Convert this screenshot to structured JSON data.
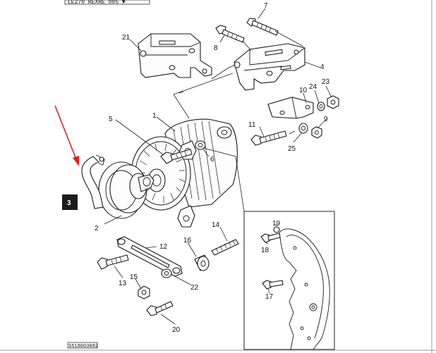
{
  "top_label": "LE270  REXRE 005 ▼",
  "badge": {
    "text": "3",
    "color": "#1c1c1c"
  },
  "arrow": {
    "color": "#e02020"
  },
  "footer_code": "S518003082",
  "callouts": {
    "c1": "1",
    "c2": "2",
    "c4": "4",
    "c5": "5",
    "c6": "6",
    "c7": "7",
    "c8": "8",
    "c9": "9",
    "c10": "10",
    "c11": "11",
    "c12": "12",
    "c13": "13",
    "c14": "14",
    "c15": "15",
    "c16": "16",
    "c17": "17",
    "c18": "18",
    "c19": "19",
    "c20": "20",
    "c21": "21",
    "c22": "22",
    "c23": "23",
    "c24": "24",
    "c25": "25"
  }
}
